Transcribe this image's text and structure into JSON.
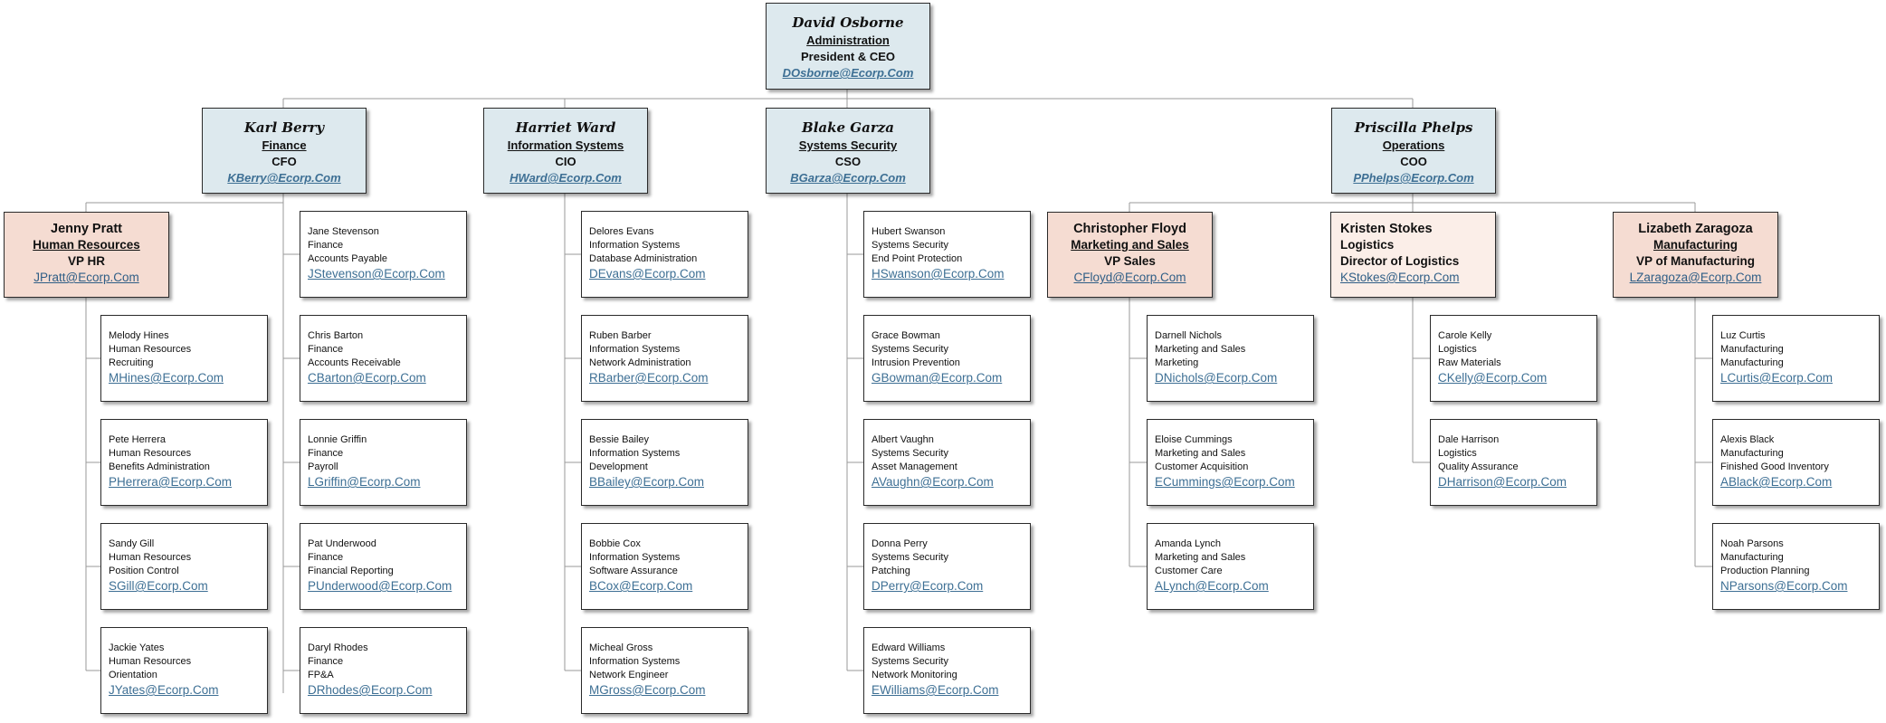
{
  "ceo": {
    "name": "David Osborne",
    "dept": "Administration",
    "title": "President & CEO",
    "email": "DOsborne@Ecorp.Com"
  },
  "execs": [
    {
      "name": "Karl Berry",
      "dept": "Finance",
      "title": "CFO",
      "email": "KBerry@Ecorp.Com"
    },
    {
      "name": "Harriet Ward",
      "dept": "Information Systems",
      "title": "CIO",
      "email": "HWard@Ecorp.Com"
    },
    {
      "name": "Blake Garza",
      "dept": "Systems Security",
      "title": "CSO",
      "email": "BGarza@Ecorp.Com"
    },
    {
      "name": "Priscilla Phelps",
      "dept": "Operations",
      "title": "COO",
      "email": "PPhelps@Ecorp.Com"
    }
  ],
  "vps": [
    {
      "name": "Jenny Pratt",
      "dept": "Human Resources",
      "title": "VP HR",
      "email": "JPratt@Ecorp.Com"
    },
    {
      "name": "Christopher Floyd",
      "dept": "Marketing and Sales",
      "title": "VP Sales",
      "email": "CFloyd@Ecorp.Com"
    },
    {
      "name": "Kristen Stokes",
      "dept": "Logistics",
      "title": "Director of Logistics",
      "email": "KStokes@Ecorp.Com"
    },
    {
      "name": "Lizabeth Zaragoza",
      "dept": "Manufacturing",
      "title": "VP of Manufacturing",
      "email": "LZaragoza@Ecorp.Com"
    }
  ],
  "employees": {
    "hr": [
      {
        "name": "Melody Hines",
        "dept": "Human Resources",
        "role": "Recruiting",
        "email": "MHines@Ecorp.Com"
      },
      {
        "name": "Pete Herrera",
        "dept": "Human Resources",
        "role": "Benefits Administration",
        "email": "PHerrera@Ecorp.Com"
      },
      {
        "name": "Sandy Gill",
        "dept": "Human Resources",
        "role": "Position Control",
        "email": "SGill@Ecorp.Com"
      },
      {
        "name": "Jackie Yates",
        "dept": "Human Resources",
        "role": "Orientation",
        "email": "JYates@Ecorp.Com"
      }
    ],
    "finance": [
      {
        "name": "Jane Stevenson",
        "dept": "Finance",
        "role": "Accounts Payable",
        "email": "JStevenson@Ecorp.Com"
      },
      {
        "name": "Chris Barton",
        "dept": "Finance",
        "role": "Accounts Receivable",
        "email": "CBarton@Ecorp.Com"
      },
      {
        "name": "Lonnie Griffin",
        "dept": "Finance",
        "role": "Payroll",
        "email": "LGriffin@Ecorp.Com"
      },
      {
        "name": "Pat Underwood",
        "dept": "Finance",
        "role": "Financial Reporting",
        "email": "PUnderwood@Ecorp.Com"
      },
      {
        "name": "Daryl Rhodes",
        "dept": "Finance",
        "role": "FP&A",
        "email": "DRhodes@Ecorp.Com"
      }
    ],
    "infosys": [
      {
        "name": "Delores Evans",
        "dept": "Information Systems",
        "role": "Database Administration",
        "email": "DEvans@Ecorp.Com"
      },
      {
        "name": "Ruben Barber",
        "dept": "Information Systems",
        "role": "Network Administration",
        "email": "RBarber@Ecorp.Com"
      },
      {
        "name": "Bessie Bailey",
        "dept": "Information Systems",
        "role": "Development",
        "email": "BBailey@Ecorp.Com"
      },
      {
        "name": "Bobbie Cox",
        "dept": "Information Systems",
        "role": "Software Assurance",
        "email": "BCox@Ecorp.Com"
      },
      {
        "name": "Micheal Gross",
        "dept": "Information Systems",
        "role": "Network Engineer",
        "email": "MGross@Ecorp.Com"
      }
    ],
    "security": [
      {
        "name": "Hubert Swanson",
        "dept": "Systems Security",
        "role": "End Point Protection",
        "email": "HSwanson@Ecorp.Com"
      },
      {
        "name": "Grace Bowman",
        "dept": "Systems Security",
        "role": "Intrusion Prevention",
        "email": "GBowman@Ecorp.Com"
      },
      {
        "name": "Albert Vaughn",
        "dept": "Systems Security",
        "role": "Asset Management",
        "email": "AVaughn@Ecorp.Com"
      },
      {
        "name": "Donna Perry",
        "dept": "Systems Security",
        "role": "Patching",
        "email": "DPerry@Ecorp.Com"
      },
      {
        "name": "Edward Williams",
        "dept": "Systems Security",
        "role": "Network Monitoring",
        "email": "EWilliams@Ecorp.Com"
      }
    ],
    "marketing": [
      {
        "name": "Darnell Nichols",
        "dept": "Marketing and Sales",
        "role": "Marketing",
        "email": "DNichols@Ecorp.Com"
      },
      {
        "name": "Eloise Cummings",
        "dept": "Marketing and Sales",
        "role": "Customer Acquisition",
        "email": "ECummings@Ecorp.Com"
      },
      {
        "name": "Amanda Lynch",
        "dept": "Marketing and Sales",
        "role": "Customer Care",
        "email": "ALynch@Ecorp.Com"
      }
    ],
    "logistics": [
      {
        "name": "Carole Kelly",
        "dept": "Logistics",
        "role": "Raw Materials",
        "email": "CKelly@Ecorp.Com"
      },
      {
        "name": "Dale Harrison",
        "dept": "Logistics",
        "role": "Quality Assurance",
        "email": "DHarrison@Ecorp.Com"
      }
    ],
    "manufacturing": [
      {
        "name": "Luz Curtis",
        "dept": "Manufacturing",
        "role": "Manufacturing",
        "email": "LCurtis@Ecorp.Com"
      },
      {
        "name": "Alexis Black",
        "dept": "Manufacturing",
        "role": "Finished Good Inventory",
        "email": "ABlack@Ecorp.Com"
      },
      {
        "name": "Noah Parsons",
        "dept": "Manufacturing",
        "role": "Production Planning",
        "email": "NParsons@Ecorp.Com"
      }
    ]
  }
}
